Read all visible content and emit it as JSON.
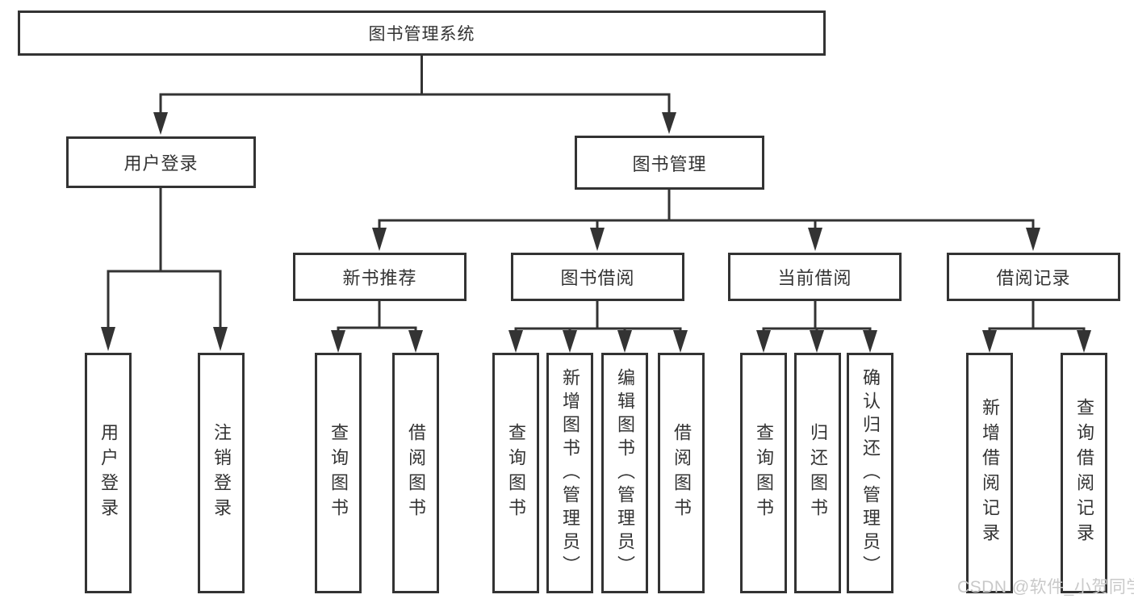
{
  "title": "图书管理系统",
  "branches": [
    {
      "label": "用户登录"
    },
    {
      "label": "图书管理"
    }
  ],
  "modules": [
    {
      "label": "新书推荐"
    },
    {
      "label": "图书借阅"
    },
    {
      "label": "当前借阅"
    },
    {
      "label": "借阅记录"
    }
  ],
  "functions": [
    {
      "label": "用户登录"
    },
    {
      "label": "注销登录"
    },
    {
      "label": "查询图书"
    },
    {
      "label": "借阅图书"
    },
    {
      "label": "查询图书"
    },
    {
      "label": "新增图书（管理员）"
    },
    {
      "label": "编辑图书（管理员）"
    },
    {
      "label": "借阅图书"
    },
    {
      "label": "查询图书"
    },
    {
      "label": "归还图书"
    },
    {
      "label": "确认归还（管理员）"
    },
    {
      "label": "新增借阅记录"
    },
    {
      "label": "查询借阅记录"
    }
  ],
  "watermark": "CSDN @软件_小贺同学",
  "colors": {
    "line": "#333333",
    "text": "#333333",
    "watermark": "#c9c9c9",
    "background": "#ffffff"
  }
}
